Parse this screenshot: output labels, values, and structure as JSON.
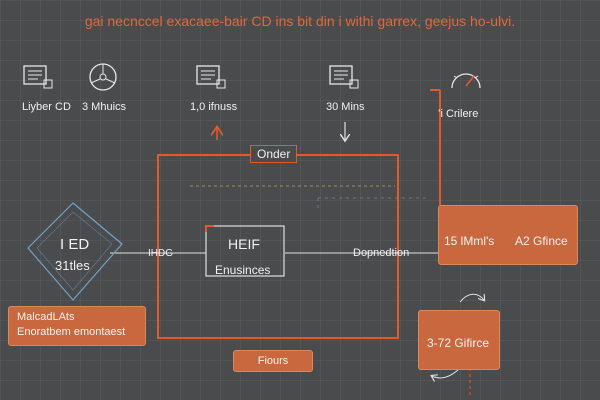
{
  "title": "gai necnccel exacaee-bair CD ins bit din i withi garrex, geejus ho-ulvi.",
  "colors": {
    "accent": "#e25a2c",
    "box_fill": "#c9683e",
    "background": "#4a4b4d",
    "text": "#f1f1f1"
  },
  "top_icons": [
    {
      "icon": "monitor-icon",
      "label": "Liyber CD"
    },
    {
      "icon": "steering-wheel-icon",
      "label": "3 Mhuics"
    },
    {
      "icon": "monitor-icon",
      "label": "1,0 ifnuss"
    },
    {
      "icon": "monitor-icon",
      "label": "30 Mins"
    },
    {
      "icon": "gauge-icon",
      "label": "ʻi Crilere"
    }
  ],
  "order_frame": {
    "label": "Onder"
  },
  "center_box": {
    "title": "HEIF",
    "subtitle": "Enusinces"
  },
  "left_node": {
    "title": "I ED",
    "subtitle": "31tles"
  },
  "connector_labels": {
    "left": "IHDG",
    "right": "Dopnedtion"
  },
  "left_box": {
    "line1": "MalcadLAts",
    "line2": "Enoratbem emontaest"
  },
  "right_box": {
    "left_text": "15 lMml's",
    "right_text": "A2 Gfince"
  },
  "bottom_right_box": {
    "text": "3-72 Gifirce"
  },
  "bottom_pill": {
    "label": "Fiours"
  }
}
